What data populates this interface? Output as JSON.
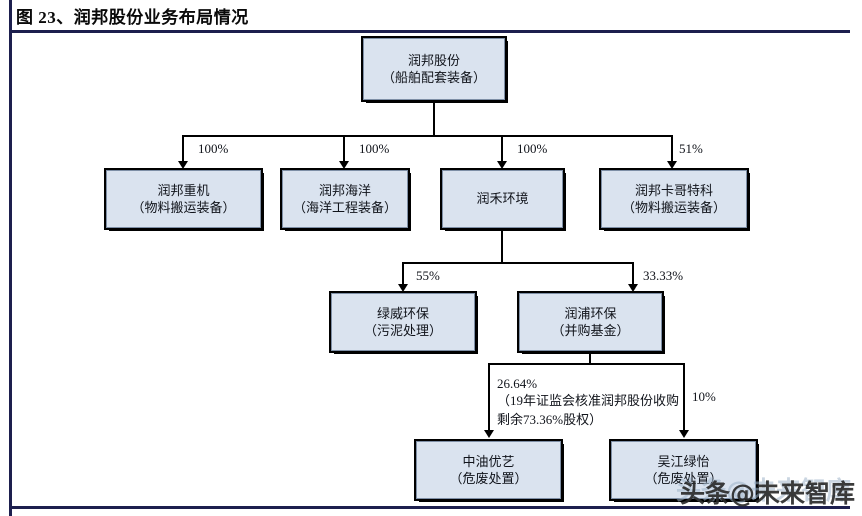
{
  "figure": {
    "title": "图 23、润邦股份业务布局情况"
  },
  "watermark": {
    "text": "头条@未来智库"
  },
  "chart_data": {
    "type": "diagram",
    "diagram_kind": "organizational-ownership-tree",
    "title": "图 23、润邦股份业务布局情况",
    "nodes": [
      {
        "id": "runbang",
        "line1": "润邦股份",
        "line2": "（船舶配套装备）",
        "level": 0
      },
      {
        "id": "zhongji",
        "line1": "润邦重机",
        "line2": "（物料搬运装备）",
        "level": 1
      },
      {
        "id": "haiyang",
        "line1": "润邦海洋",
        "line2": "（海洋工程装备）",
        "level": 1
      },
      {
        "id": "runhe",
        "line1": "润禾环境",
        "line2": "",
        "level": 1
      },
      {
        "id": "kaghetke",
        "line1": "润邦卡哥特科",
        "line2": "（物料搬运装备）",
        "level": 1
      },
      {
        "id": "lvwei",
        "line1": "绿威环保",
        "line2": "（污泥处理）",
        "level": 2
      },
      {
        "id": "runpu",
        "line1": "润浦环保",
        "line2": "（并购基金）",
        "level": 2
      },
      {
        "id": "zhongyouyouyi",
        "line1": "中油优艺",
        "line2": "（危废处置）",
        "level": 3
      },
      {
        "id": "wujianglvyi",
        "line1": "吴江绿怡",
        "line2": "（危废处置）",
        "level": 3
      }
    ],
    "edges": [
      {
        "from": "runbang",
        "to": "zhongji",
        "label": "100%"
      },
      {
        "from": "runbang",
        "to": "haiyang",
        "label": "100%"
      },
      {
        "from": "runbang",
        "to": "runhe",
        "label": "100%"
      },
      {
        "from": "runbang",
        "to": "kaghetke",
        "label": "51%"
      },
      {
        "from": "runhe",
        "to": "lvwei",
        "label": "55%"
      },
      {
        "from": "runhe",
        "to": "runpu",
        "label": "33.33%"
      },
      {
        "from": "runpu",
        "to": "zhongyouyouyi",
        "label": "26.64%",
        "note": "（19年证监会核准润邦股份收购剩余73.36%股权）"
      },
      {
        "from": "runpu",
        "to": "wujianglvyi",
        "label": "10%"
      }
    ]
  },
  "labels": {
    "pct_zhongji": "100%",
    "pct_haiyang": "100%",
    "pct_runhe": "100%",
    "pct_kaghetke": "51%",
    "pct_lvwei": "55%",
    "pct_runpu": "33.33%",
    "pct_zhongyou": "26.64%",
    "note_zhongyou": "（19年证监会核准润邦股份收购剩余73.36%股权）",
    "pct_wujiang": "10%"
  },
  "colors": {
    "node_fill": "#dae3ef",
    "node_border": "#000000",
    "rule": "#1d1f4e",
    "text": "#10131a"
  }
}
